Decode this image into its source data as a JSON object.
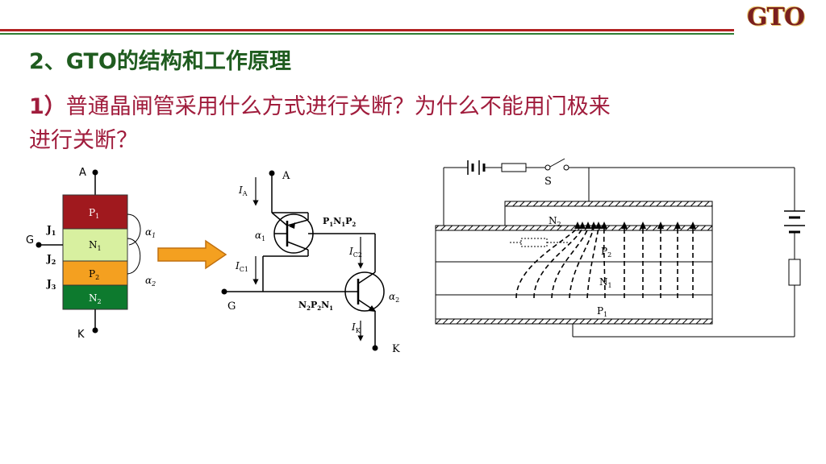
{
  "logo": "GTO",
  "section_title": "2、GTO的结构和工作原理",
  "question": {
    "number": "1）",
    "line1": "普通晶闸管采用什么方式进行关断？为什么不能用门极来",
    "line2": "进行关断？"
  },
  "layers": {
    "anode": "A",
    "gate": "G",
    "cathode": "K",
    "p1": "P",
    "n1": "N",
    "p2": "P",
    "n2": "N",
    "sub1": "1",
    "sub2": "2",
    "junction1": "J",
    "junction2": "J",
    "junction3": "J",
    "alpha1": "α",
    "alpha2": "α"
  },
  "colors": {
    "p1": "#a0191e",
    "n1": "#d8f0a0",
    "p2": "#f4a020",
    "n2": "#0d7a2e",
    "arrow_fill": "#f4a020",
    "arrow_stroke": "#c07010"
  },
  "equivalent": {
    "anode": "A",
    "gate": "G",
    "cathode": "K",
    "ia": "I",
    "ia_sub": "A",
    "ic1": "I",
    "ic1_sub": "C1",
    "ic2": "I",
    "ic2_sub": "C2",
    "ik": "I",
    "ik_sub": "K",
    "alpha": "α",
    "sub1": "1",
    "sub2": "2",
    "pnp_p": "P",
    "pnp_n": "N",
    "npn_n": "N",
    "npn_p": "P"
  },
  "cross_section": {
    "switch": "S",
    "n2": "N",
    "p2": "P",
    "n1": "N",
    "p1": "P",
    "sub1": "1",
    "sub2": "2"
  }
}
